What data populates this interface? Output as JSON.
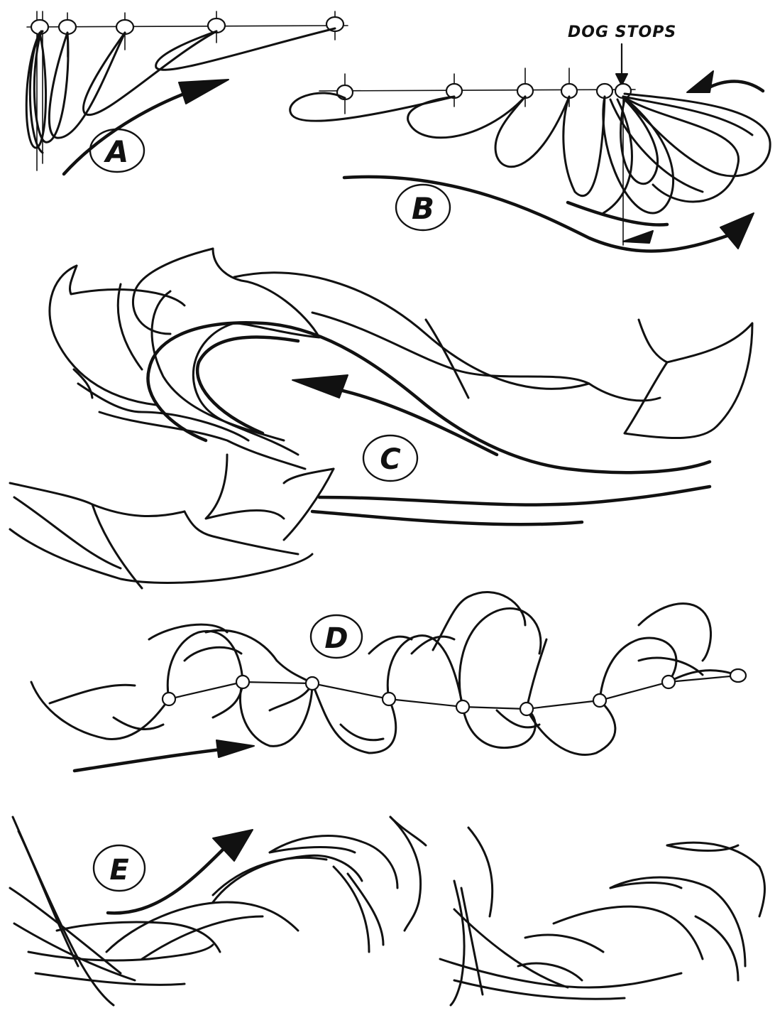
{
  "panels": [
    {
      "id": "A",
      "label": "A"
    },
    {
      "id": "B",
      "label": "B",
      "annotation": "DOG STOPS"
    },
    {
      "id": "C",
      "label": "C"
    },
    {
      "id": "D",
      "label": "D"
    },
    {
      "id": "E",
      "label": "E"
    }
  ]
}
